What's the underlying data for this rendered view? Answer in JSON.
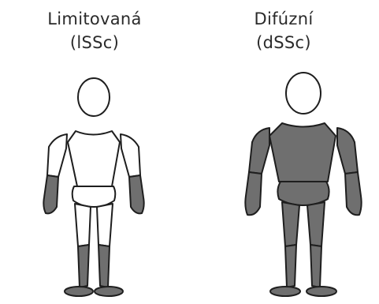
{
  "figures": [
    {
      "title": "Limitovaná",
      "abbr": "(lSSc)",
      "shaded_segments": [
        "forearms",
        "lower-legs",
        "feet"
      ]
    },
    {
      "title": "Difúzní",
      "abbr": "(dSSc)",
      "shaded_segments": [
        "head-neck-excluded",
        "torso",
        "upper-arms",
        "forearms",
        "pelvis",
        "thighs",
        "lower-legs",
        "feet"
      ]
    }
  ],
  "colors": {
    "shade": "#6f6f6f",
    "outline": "#1e1e1e",
    "unshaded": "#ffffff"
  }
}
